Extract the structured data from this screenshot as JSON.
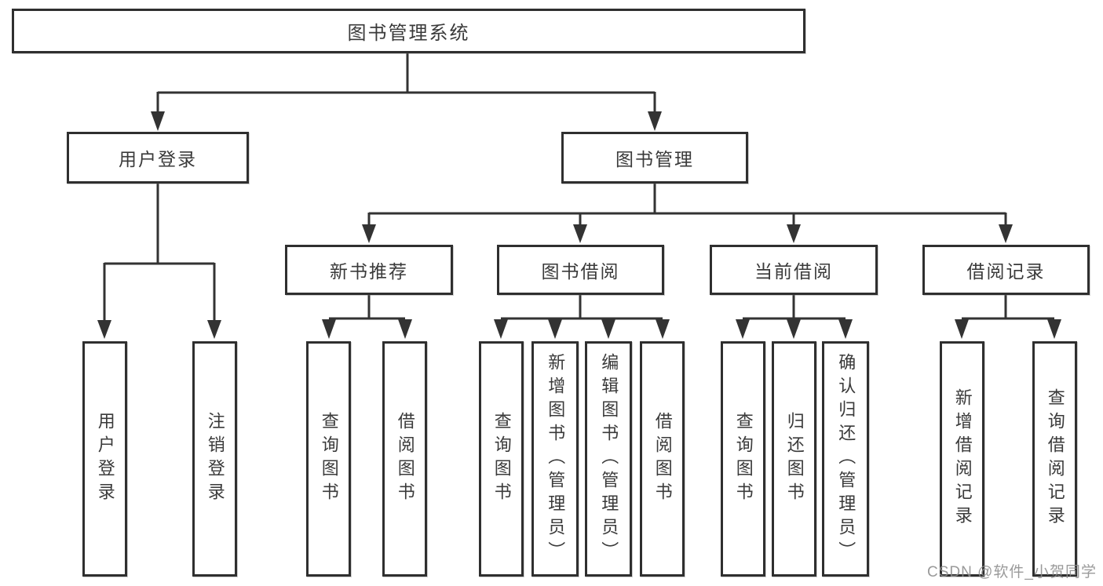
{
  "colors": {
    "line": "#333333",
    "box_border": "#2f2f2f",
    "box_fill": "#ffffff",
    "text": "#3a3a3a",
    "watermark_text": "#8c8c8c"
  },
  "diagram": {
    "type": "hierarchy-tree",
    "root": {
      "label": "图书管理系统",
      "children": [
        {
          "label": "用户登录",
          "children": [
            {
              "label": "用户登录"
            },
            {
              "label": "注销登录"
            }
          ]
        },
        {
          "label": "图书管理",
          "children": [
            {
              "label": "新书推荐",
              "children": [
                {
                  "label": "查询图书"
                },
                {
                  "label": "借阅图书"
                }
              ]
            },
            {
              "label": "图书借阅",
              "children": [
                {
                  "label": "查询图书"
                },
                {
                  "label": "新增图书（管理员）"
                },
                {
                  "label": "编辑图书（管理员）"
                },
                {
                  "label": "借阅图书"
                }
              ]
            },
            {
              "label": "当前借阅",
              "children": [
                {
                  "label": "查询图书"
                },
                {
                  "label": "归还图书"
                },
                {
                  "label": "确认归还（管理员）"
                }
              ]
            },
            {
              "label": "借阅记录",
              "children": [
                {
                  "label": "新增借阅记录"
                },
                {
                  "label": "查询借阅记录"
                }
              ]
            }
          ]
        }
      ]
    }
  },
  "watermark": {
    "text": "CSDN @软件_小贺同学"
  }
}
